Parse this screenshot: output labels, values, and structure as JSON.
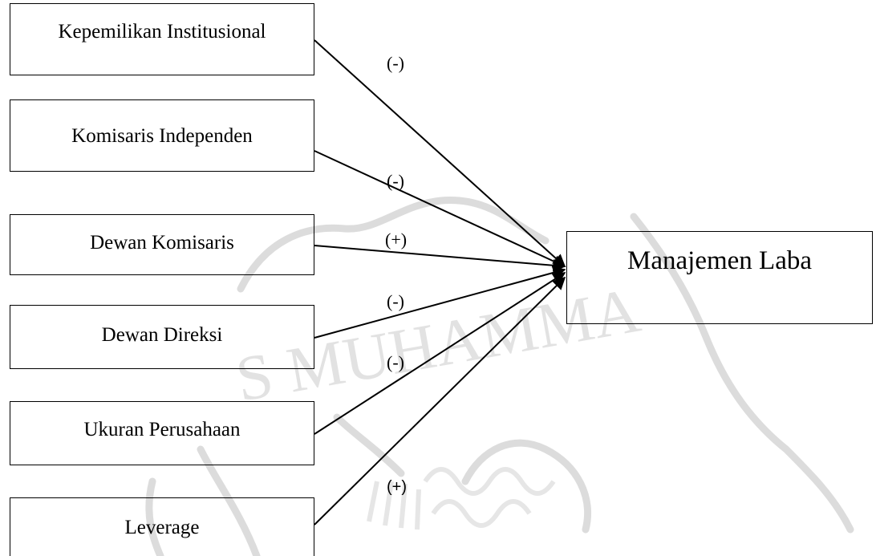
{
  "variables": {
    "kepemilikan_institusional": "Kepemilikan Institusional",
    "komisaris_independen": "Komisaris Independen",
    "dewan_komisaris": "Dewan Komisaris",
    "dewan_direksi": "Dewan Direksi",
    "ukuran_perusahaan": "Ukuran Perusahaan",
    "leverage": "Leverage",
    "manajemen_laba": "Manajemen Laba"
  },
  "effects": {
    "kepemilikan_institusional": "(-)",
    "komisaris_independen": "(-)",
    "dewan_komisaris": "(+)",
    "dewan_direksi": "(-)",
    "ukuran_perusahaan": "(-)",
    "leverage": "(+)"
  },
  "watermark_text": "S MUHAMMA",
  "colors": {
    "line": "#000000",
    "watermark": "#dcdcdc"
  }
}
